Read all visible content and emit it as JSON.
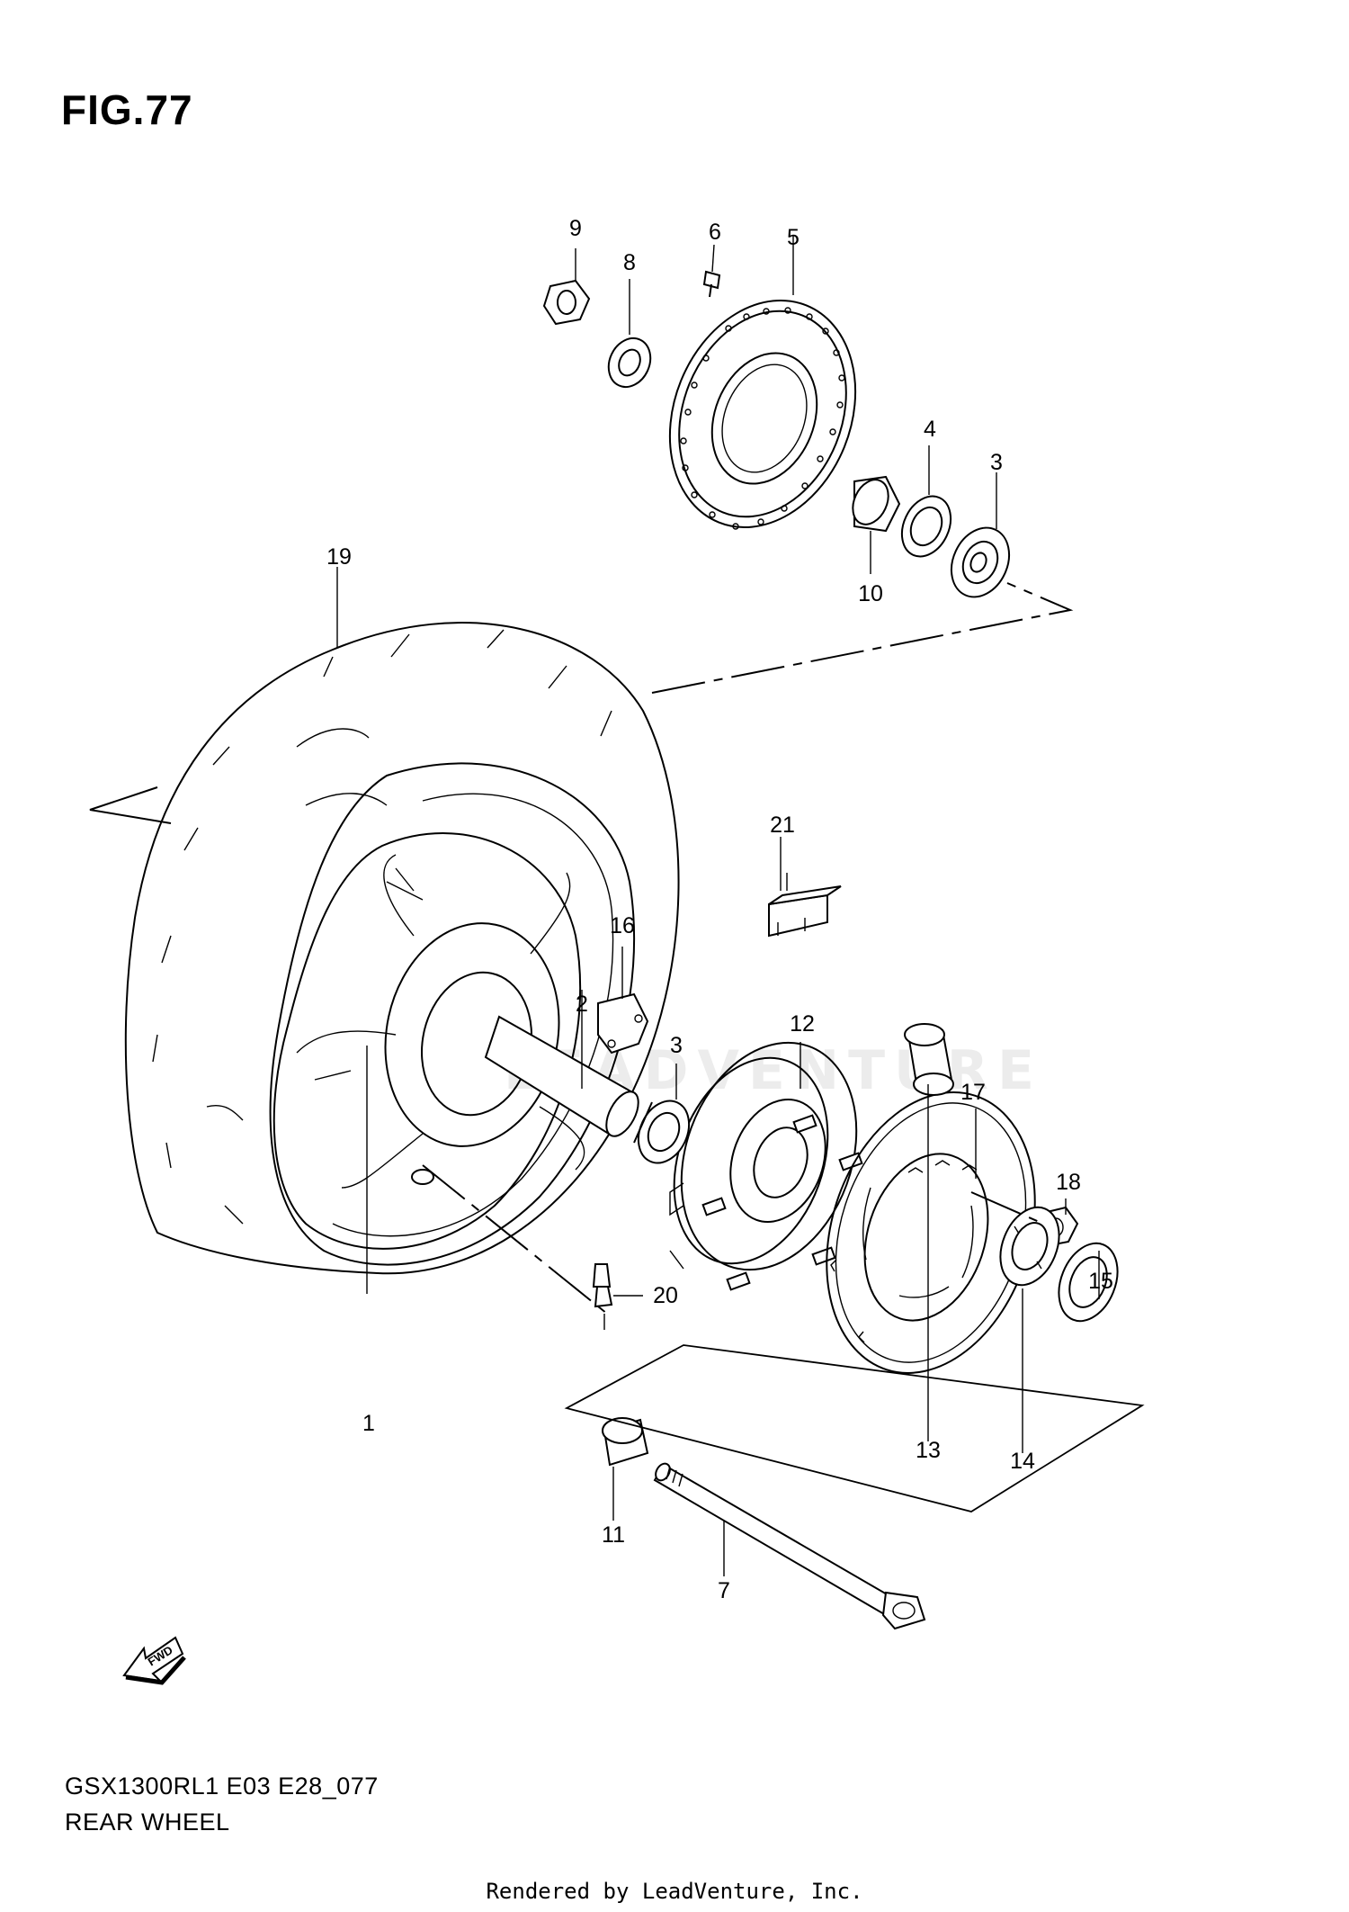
{
  "figure_title": "FIG.77",
  "model_code": "GSX1300RL1 E03 E28_077",
  "section_name": "REAR WHEEL",
  "render_credit": "Rendered by LeadVenture, Inc.",
  "watermark": "LEADVENTURE",
  "fwd_label": "FWD",
  "callouts": {
    "c1": "1",
    "c2": "2",
    "c3a": "3",
    "c3b": "3",
    "c4": "4",
    "c5": "5",
    "c6": "6",
    "c7": "7",
    "c8": "8",
    "c9": "9",
    "c10": "10",
    "c11": "11",
    "c12": "12",
    "c13": "13",
    "c14": "14",
    "c15": "15",
    "c16": "16",
    "c17": "17",
    "c18": "18",
    "c19": "19",
    "c20": "20",
    "c21": "21"
  },
  "colors": {
    "line": "#000000",
    "background": "#ffffff",
    "watermark": "#ececec"
  }
}
